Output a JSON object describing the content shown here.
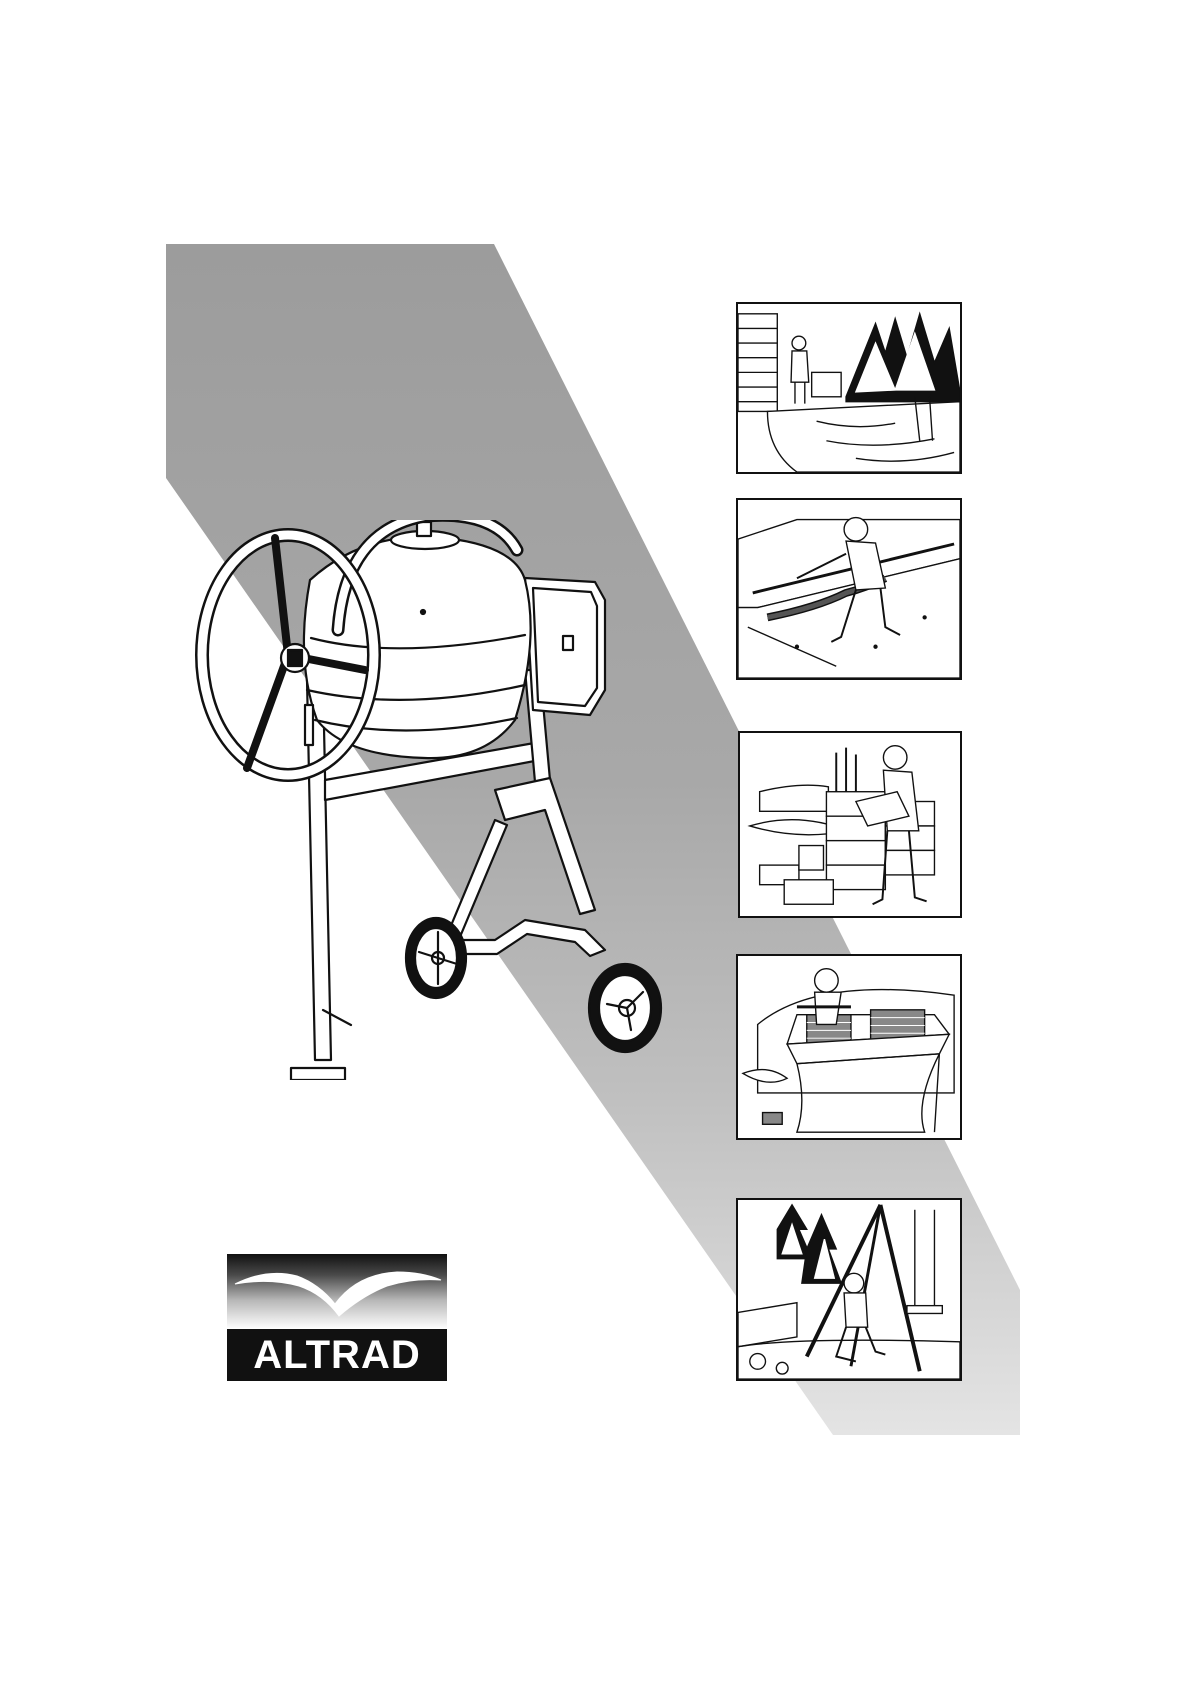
{
  "brand": {
    "name": "ALTRAD",
    "logo_icon": "seagull-icon"
  },
  "illustrations": {
    "main": "cement-mixer",
    "scenes": [
      "pool-wall-building-scene",
      "concrete-screeding-scene",
      "block-wall-building-scene",
      "barbecue-brickwork-scene",
      "swing-set-anchoring-scene"
    ]
  },
  "colors": {
    "band_gray": "#a6a6a6",
    "logo_black": "#111111"
  }
}
